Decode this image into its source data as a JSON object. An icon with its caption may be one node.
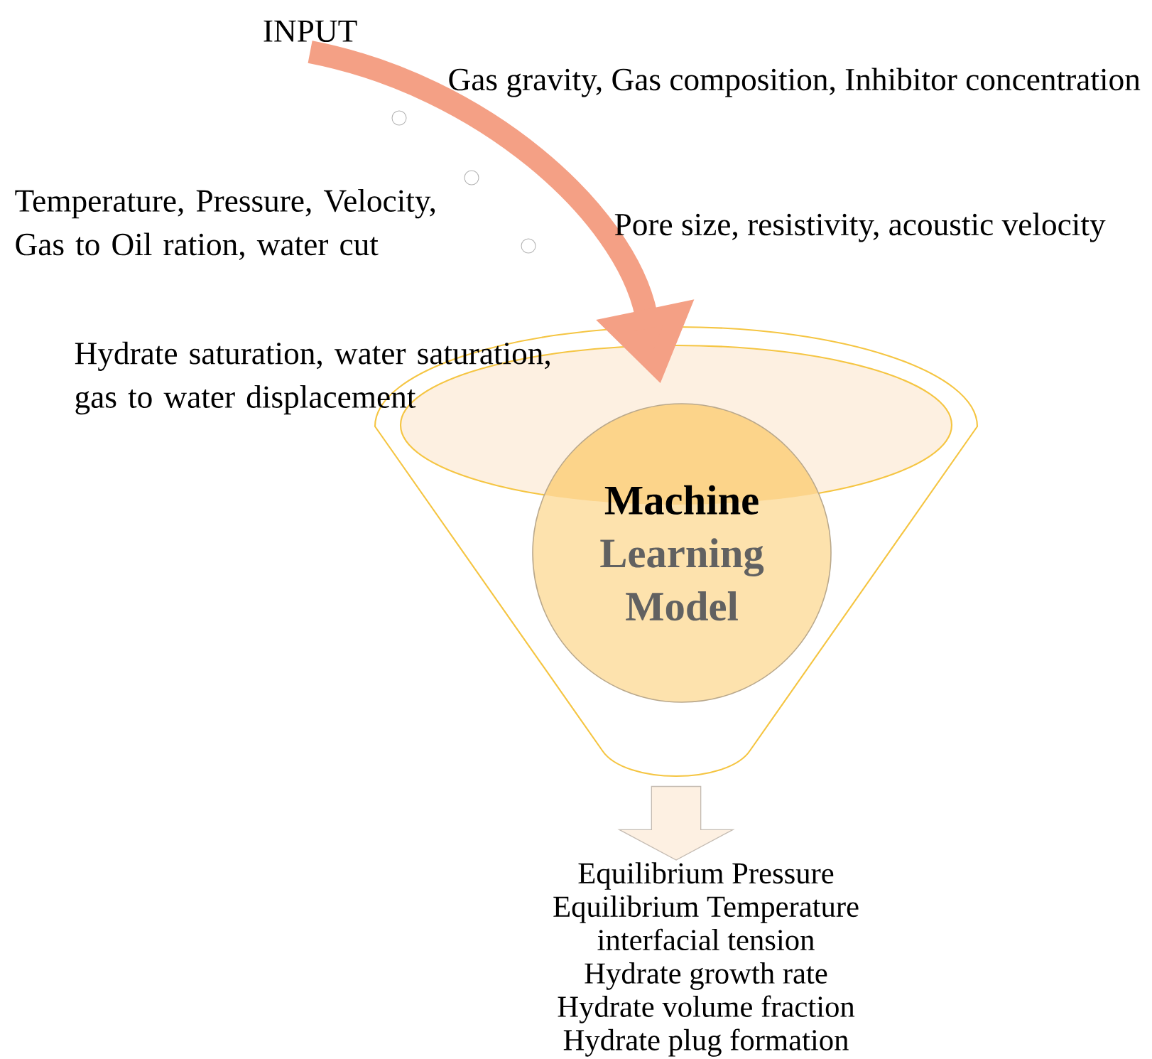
{
  "diagram": {
    "nodes": [
      {
        "text": [
          "INPUT"
        ]
      },
      {
        "text": [],
        "shape": "funnel"
      },
      {
        "text": [
          "Machine",
          "Learning Model"
        ],
        "in": 1
      },
      {
        "text": [
          "Equilibrium Pressure",
          "Equilibrium Temperature",
          "interfacial tension",
          "Hydrate growth rate",
          "Hydrate volume fraction",
          "Hydrate plug formation"
        ]
      }
    ],
    "edges": [
      {
        "from": 0,
        "to": 1,
        "arrow": "to",
        "color": "#f4a085"
      },
      {
        "from": 1,
        "to": 3,
        "arrow": "to",
        "color": "#fdf0e2"
      }
    ],
    "labels": [
      "Gas gravity, Gas composition, Inhibitor concentration",
      "Temperature, Pressure, Velocity, Gas to Oil ration, water cut",
      "Pore size, resistivity, acoustic velocity",
      "Hydrate saturation, water saturation, gas to water displacement"
    ]
  }
}
